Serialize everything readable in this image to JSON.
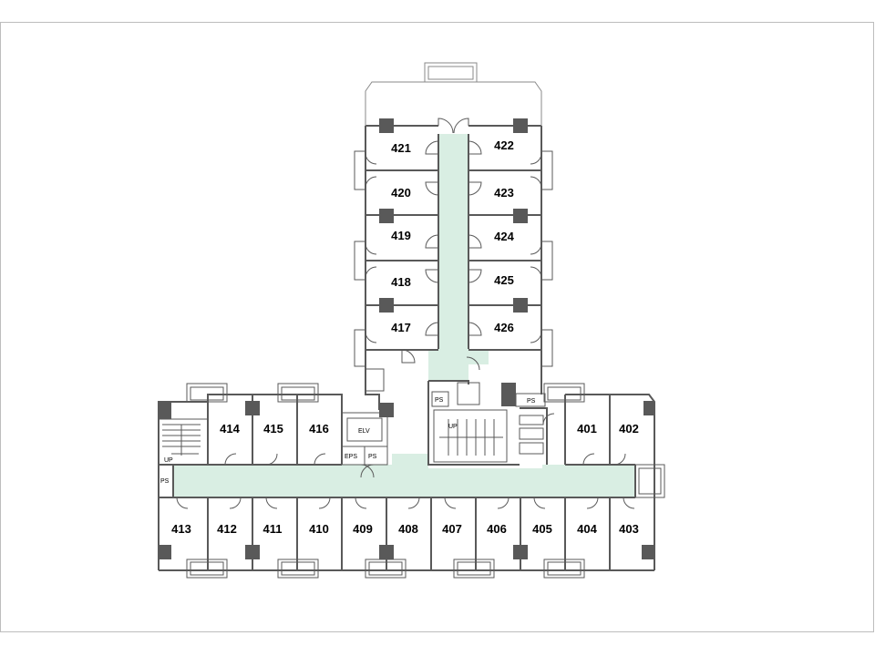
{
  "plan": {
    "colors": {
      "corridor": "#d9eee3",
      "wall": "#595959",
      "column": "#595959",
      "background": "#ffffff",
      "frame": "#bdbdbd"
    },
    "rooms": {
      "r421": "421",
      "r422": "422",
      "r420": "420",
      "r423": "423",
      "r419": "419",
      "r424": "424",
      "r418": "418",
      "r425": "425",
      "r417": "417",
      "r426": "426",
      "r414": "414",
      "r415": "415",
      "r416": "416",
      "r401": "401",
      "r402": "402",
      "r413": "413",
      "r412": "412",
      "r411": "411",
      "r410": "410",
      "r409": "409",
      "r408": "408",
      "r407": "407",
      "r406": "406",
      "r405": "405",
      "r404": "404",
      "r403": "403"
    },
    "labels": {
      "elv": "ELV",
      "eps": "EPS",
      "ps": "PS",
      "up": "UP"
    }
  }
}
